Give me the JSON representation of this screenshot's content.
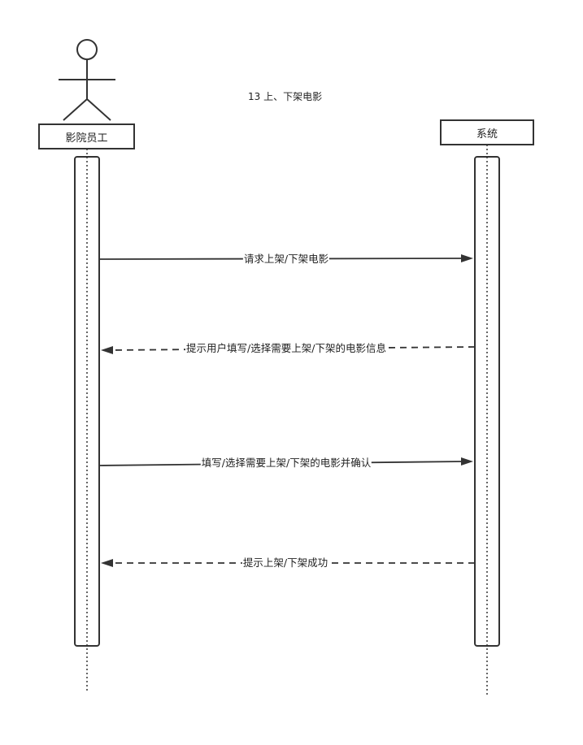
{
  "diagram": {
    "title": "13 上、下架电影",
    "actor_label": "影院员工",
    "system_label": "系统",
    "messages": [
      {
        "label": "请求上架/下架电影",
        "direction": "right",
        "style": "solid"
      },
      {
        "label": "提示用户填写/选择需要上架/下架的电影信息",
        "direction": "left",
        "style": "dashed"
      },
      {
        "label": "填写/选择需要上架/下架的电影并确认",
        "direction": "right",
        "style": "solid"
      },
      {
        "label": "提示上架/下架成功",
        "direction": "left",
        "style": "dashed"
      }
    ],
    "colors": {
      "line": "#333333",
      "text": "#222222"
    }
  }
}
